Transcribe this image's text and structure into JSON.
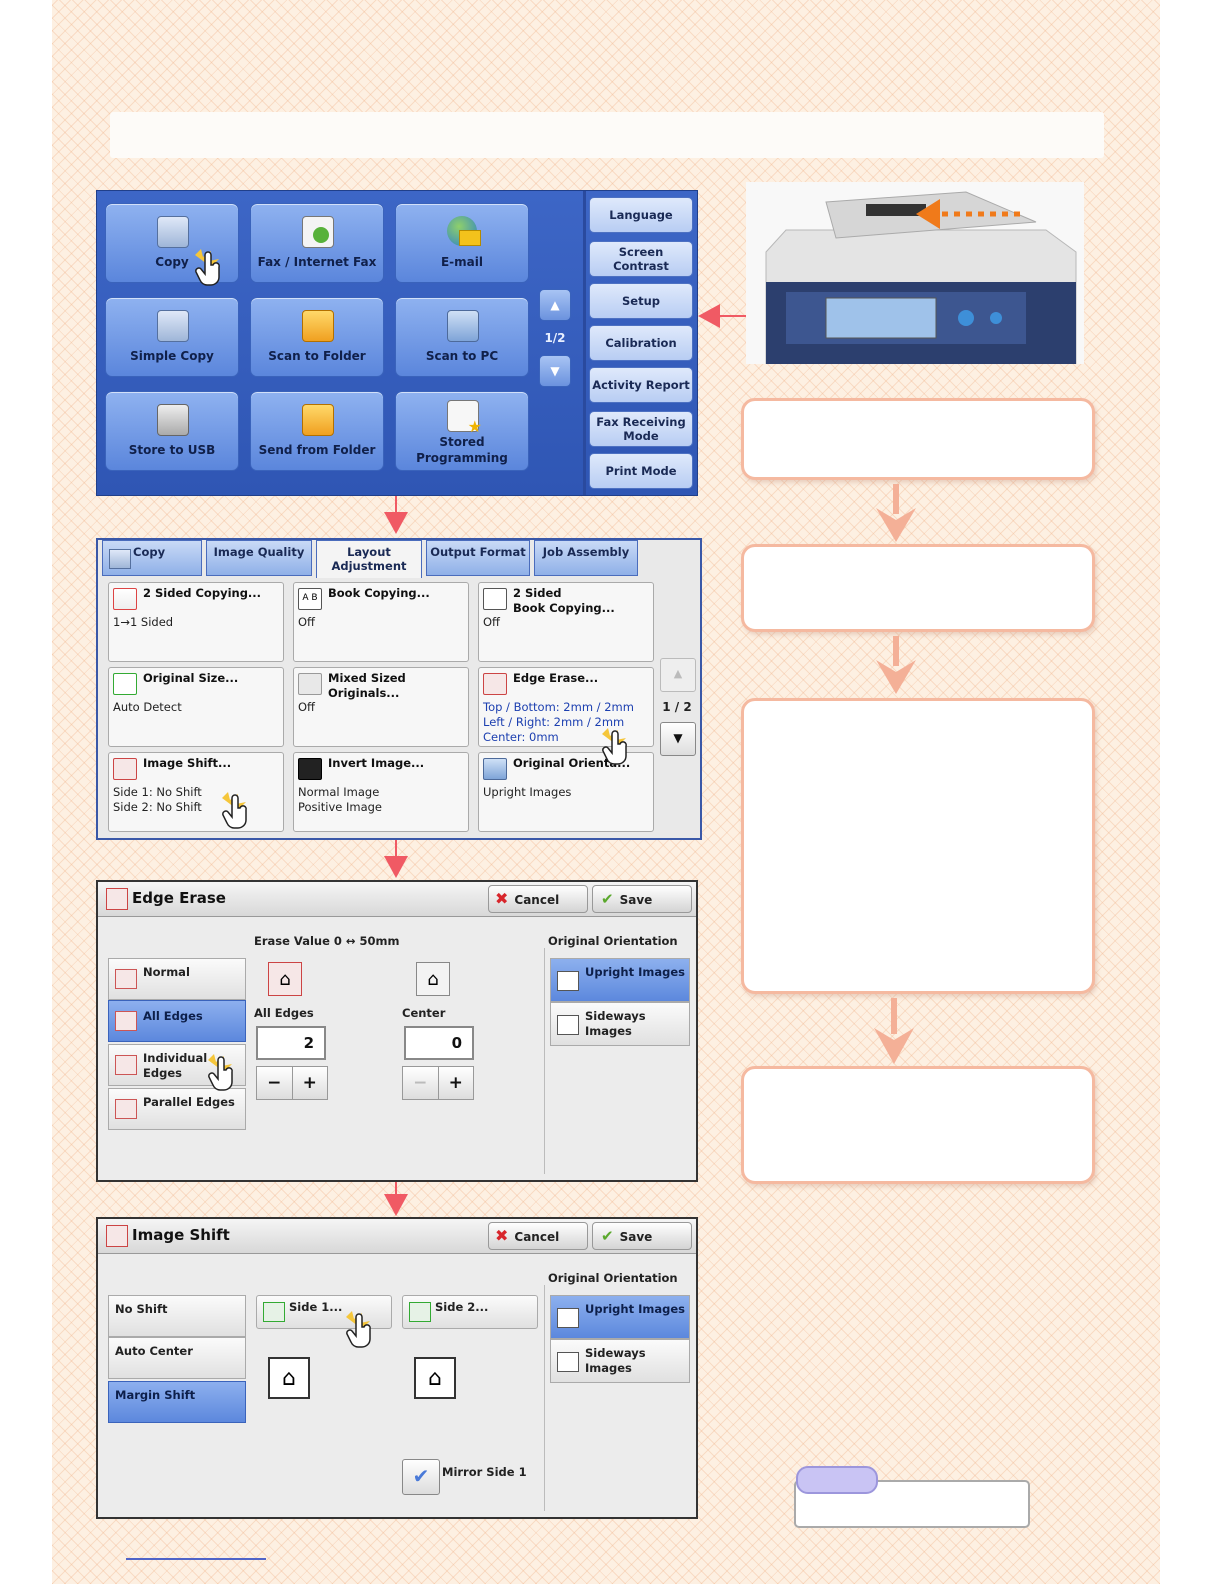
{
  "main_menu": {
    "services": [
      {
        "label": "Copy"
      },
      {
        "label": "Fax / Internet Fax"
      },
      {
        "label": "E-mail"
      },
      {
        "label": "Simple Copy"
      },
      {
        "label": "Scan to Folder"
      },
      {
        "label": "Scan to PC"
      },
      {
        "label": "Store to USB"
      },
      {
        "label": "Send from Folder"
      },
      {
        "label": "Stored",
        "label2": "Programming"
      }
    ],
    "page": "1/2",
    "side_buttons": [
      {
        "label": "Language"
      },
      {
        "label": "Screen",
        "label2": "Contrast"
      },
      {
        "label": "Setup"
      },
      {
        "label": "Calibration"
      },
      {
        "label": "Activity Report"
      },
      {
        "label": "Fax Receiving",
        "label2": "Mode"
      },
      {
        "label": "Print Mode"
      }
    ]
  },
  "layout_screen": {
    "tabs": [
      {
        "label": "Copy"
      },
      {
        "label": "Image Quality"
      },
      {
        "label": "Layout",
        "label2": "Adjustment"
      },
      {
        "label": "Output Format"
      },
      {
        "label": "Job Assembly"
      }
    ],
    "features": [
      {
        "title": "2 Sided Copying...",
        "value": "1→1 Sided"
      },
      {
        "title": "Book Copying...",
        "value": "Off"
      },
      {
        "title": "2 Sided",
        "title2": "Book Copying...",
        "value": "Off"
      },
      {
        "title": "Original Size...",
        "value": "Auto Detect"
      },
      {
        "title": "Mixed Sized Originals...",
        "value": "Off"
      },
      {
        "title": "Edge Erase...",
        "value": "Top / Bottom: 2mm / 2mm",
        "value2": "Left / Right: 2mm / 2mm",
        "value3": "Center: 0mm"
      },
      {
        "title": "Image Shift...",
        "value": "Side 1: No Shift",
        "value2": "Side 2: No Shift"
      },
      {
        "title": "Invert Image...",
        "value": "Normal Image",
        "value2": "Positive Image"
      },
      {
        "title": "Original Orienta...",
        "value": "Upright Images"
      }
    ],
    "page": "1 / 2",
    "down_arrow": "▼",
    "up_arrow": "▲"
  },
  "edge_erase": {
    "title": "Edge Erase",
    "cancel": "Cancel",
    "save": "Save",
    "erase_value_label": "Erase Value 0 ↔ 50mm",
    "modes": [
      {
        "label": "Normal"
      },
      {
        "label": "All Edges"
      },
      {
        "label": "Individual",
        "label2": "Edges"
      },
      {
        "label": "Parallel Edges"
      }
    ],
    "all_edges_label": "All Edges",
    "all_edges_value": "2",
    "center_label": "Center",
    "center_value": "0",
    "minus": "−",
    "plus": "+",
    "orientation_label": "Original Orientation",
    "orientations": [
      {
        "label": "Upright Images"
      },
      {
        "label": "Sideways",
        "label2": "Images"
      }
    ]
  },
  "image_shift": {
    "title": "Image Shift",
    "cancel": "Cancel",
    "save": "Save",
    "modes": [
      {
        "label": "No Shift"
      },
      {
        "label": "Auto Center"
      },
      {
        "label": "Margin Shift"
      }
    ],
    "side1": "Side 1...",
    "side2": "Side 2...",
    "mirror": "Mirror Side 1",
    "orientation_label": "Original Orientation",
    "orientations": [
      {
        "label": "Upright Images"
      },
      {
        "label": "Sideways",
        "label2": "Images"
      }
    ]
  },
  "colors": {
    "connector": "#f05a64",
    "box_border": "#f5b9a0",
    "selected_blue": "#5c88dd",
    "arrow_orange": "#f07a1a"
  }
}
